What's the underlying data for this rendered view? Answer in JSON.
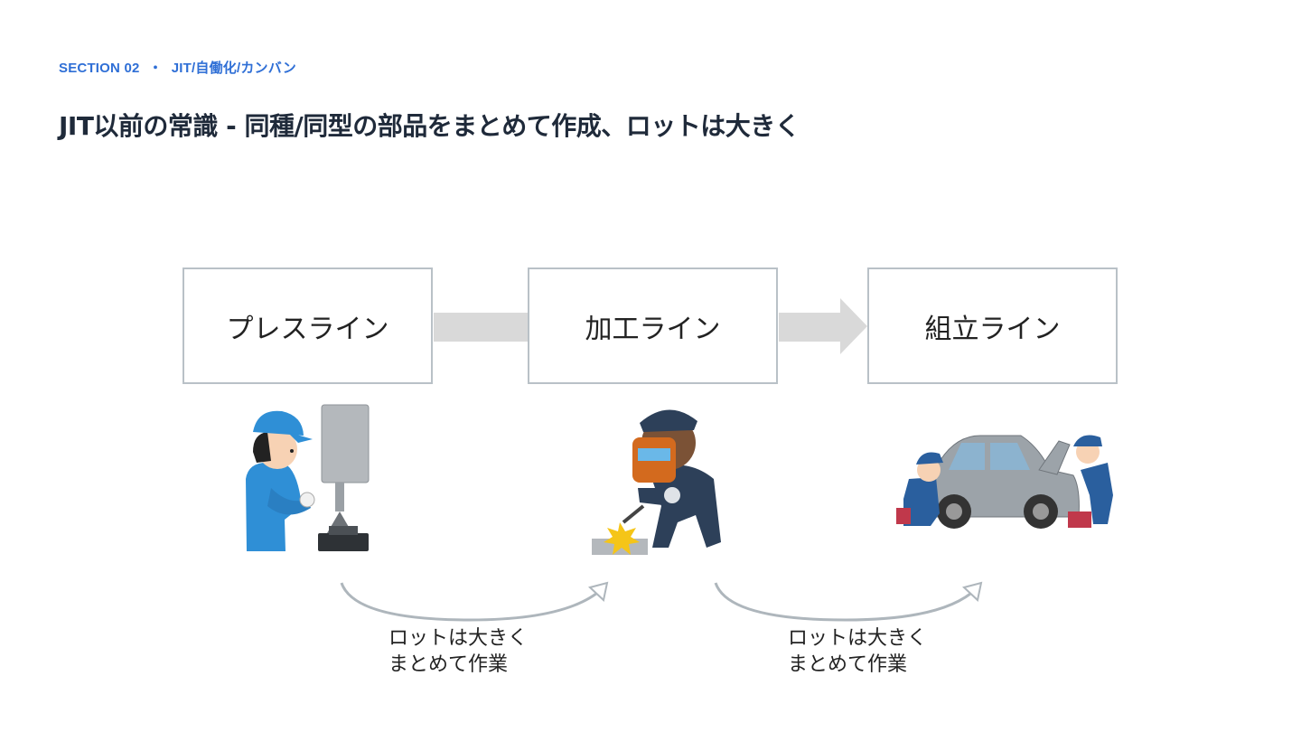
{
  "header": {
    "section": "SECTION 02",
    "separator": "・",
    "topic": "JIT/自働化/カンバン"
  },
  "title": "JIT以前の常識 - 同種/同型の部品をまとめて作成、ロットは大きく",
  "process": {
    "boxes": [
      {
        "label": "プレスライン",
        "icon": "press-worker-illustration"
      },
      {
        "label": "加工ライン",
        "icon": "welder-illustration"
      },
      {
        "label": "組立ライン",
        "icon": "car-mechanics-illustration"
      }
    ],
    "notes": [
      {
        "line1": "ロットは大きく",
        "line2": "まとめて作業"
      },
      {
        "line1": "ロットは大きく",
        "line2": "まとめて作業"
      }
    ]
  },
  "colors": {
    "accent": "#2f6fd6",
    "title": "#1f2a3a",
    "box_border": "#b9c1c7",
    "flow_arrow": "#d9d9d9",
    "curve_arrow": "#aeb6bc"
  }
}
